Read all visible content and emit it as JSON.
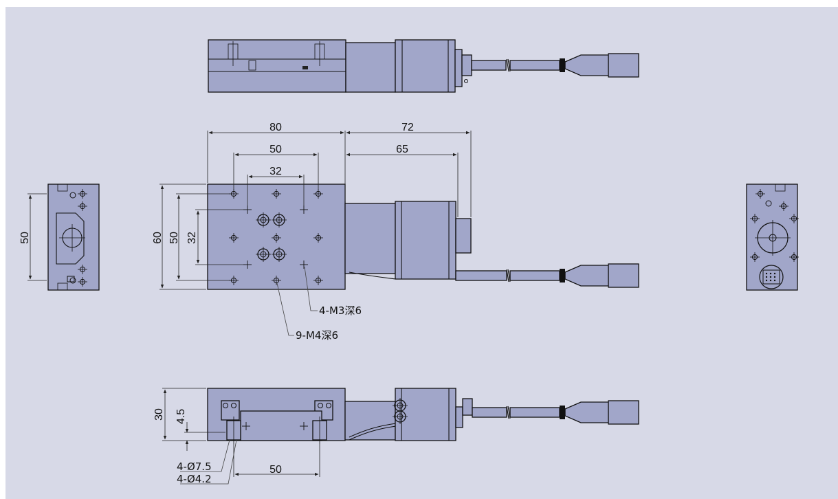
{
  "colors": {
    "background": "#d7d9e7",
    "part_fill": "#a1a6c9",
    "line": "#111111"
  },
  "top_view": {
    "dim_total_length": "80",
    "dim_motor_length": "72",
    "dim_hole_pitch_x_outer": "50",
    "dim_motor_reach": "65",
    "dim_hole_pitch_x_inner": "32",
    "dim_width": "60",
    "dim_hole_pitch_y_outer": "50",
    "dim_hole_pitch_y_inner": "32",
    "callout_m3": "4-M3深6",
    "callout_m4": "9-M4深6"
  },
  "left_view": {
    "dim_height": "50"
  },
  "front_view": {
    "dim_height": "30",
    "dim_offset": "4.5",
    "dim_hole_pitch": "50",
    "callout_counterbore": "4-Ø7.5",
    "callout_thru_hole": "4-Ø4.2"
  }
}
